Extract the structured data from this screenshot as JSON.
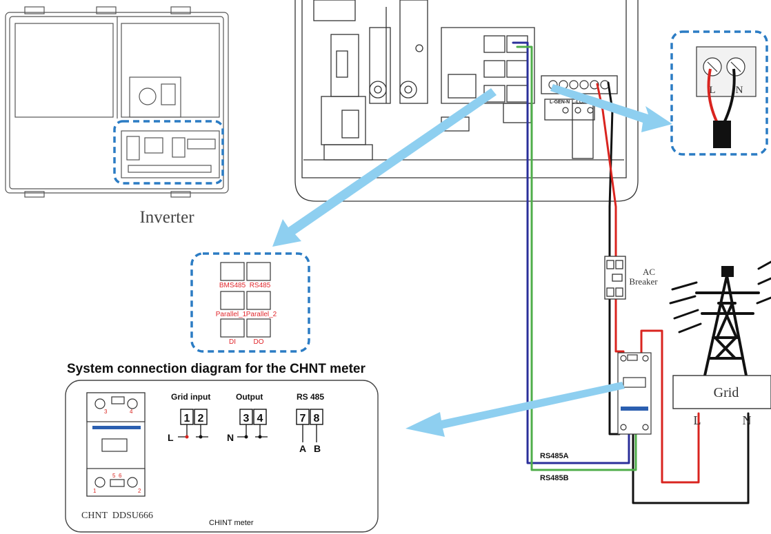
{
  "inverter_label": "Inverter",
  "port_labels": [
    "BMS485",
    "RS485",
    "Parallel_1",
    "Parallel_2",
    "DI",
    "DO"
  ],
  "terminal_labels": [
    "L-GEN-N",
    "L-LOAD-N"
  ],
  "zoom_terminal_labels": [
    "L",
    "N"
  ],
  "breaker_label_line1": "AC",
  "breaker_label_line2": "Breaker",
  "grid_label": "Grid",
  "grid_L": "L",
  "grid_N": "N",
  "rs485a_label": "RS485A",
  "rs485b_label": "RS485B",
  "section_title": "System connection diagram for the CHNT meter",
  "meter_panel": {
    "top_terminal_numbers": [
      "3",
      "4"
    ],
    "bottom_terminal_numbers": [
      "1",
      "2",
      "5",
      "6"
    ],
    "group_titles": [
      "Grid input",
      "Output",
      "RS 485"
    ],
    "grid_input_terminals": [
      "1",
      "2"
    ],
    "output_terminals": [
      "3",
      "4"
    ],
    "rs485_terminals": [
      "7",
      "8"
    ],
    "grid_input_line_label": "L",
    "output_line_label": "N",
    "rs485_line_labels": [
      "A",
      "B"
    ],
    "model_label": "CHNT  DDSU666",
    "meter_caption": "CHINT meter"
  },
  "colors": {
    "highlight_dashed": "#2b7cc4",
    "arrow": "#8ecff0",
    "port_label_red": "#e0262b",
    "wire_red": "#d9241f",
    "wire_black": "#111111",
    "wire_blue": "#2a2f9a",
    "wire_green": "#4fae4a"
  }
}
